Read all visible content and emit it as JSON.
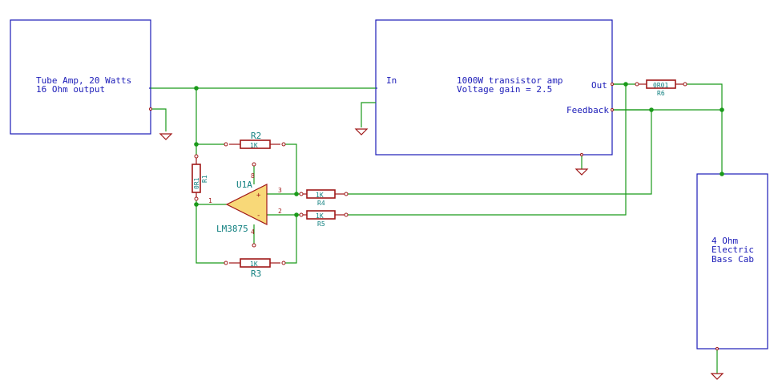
{
  "blocks": {
    "tube_amp": {
      "line1": "Tube Amp, 20 Watts",
      "line2": "16 Ohm output"
    },
    "transistor_amp": {
      "line1": "1000W transistor amp",
      "line2": "Voltage gain = 2.5",
      "in_label": "In",
      "out_label": "Out",
      "feedback_label": "Feedback"
    },
    "cab": {
      "line1": "4 Ohm",
      "line2": "Electric",
      "line3": "Bass Cab"
    }
  },
  "components": {
    "r1": {
      "ref": "R1",
      "value": "0R1"
    },
    "r2": {
      "ref": "R2",
      "value": "1K"
    },
    "r3": {
      "ref": "R3",
      "value": "1K"
    },
    "r4": {
      "ref": "R4",
      "value": "1K"
    },
    "r5": {
      "ref": "R5",
      "value": "1K"
    },
    "r6": {
      "ref": "R6",
      "value": "0R01"
    },
    "u1": {
      "ref": "U1A",
      "value": "LM3875",
      "pin_out": "1",
      "pin_noninv": "3",
      "pin_inv": "2",
      "pin_vplus": "8",
      "pin_vminus": "4",
      "plus_sign": "+",
      "minus_sign": "-"
    }
  },
  "colors": {
    "wire": "#1a9a1a",
    "block_outline": "#1b1bb8",
    "component": "#a01818",
    "opamp_fill": "#f8d878",
    "reference_text": "#0f7f7f"
  },
  "icons": [
    "ground-symbol",
    "resistor-symbol",
    "opamp-symbol",
    "junction-dot"
  ]
}
